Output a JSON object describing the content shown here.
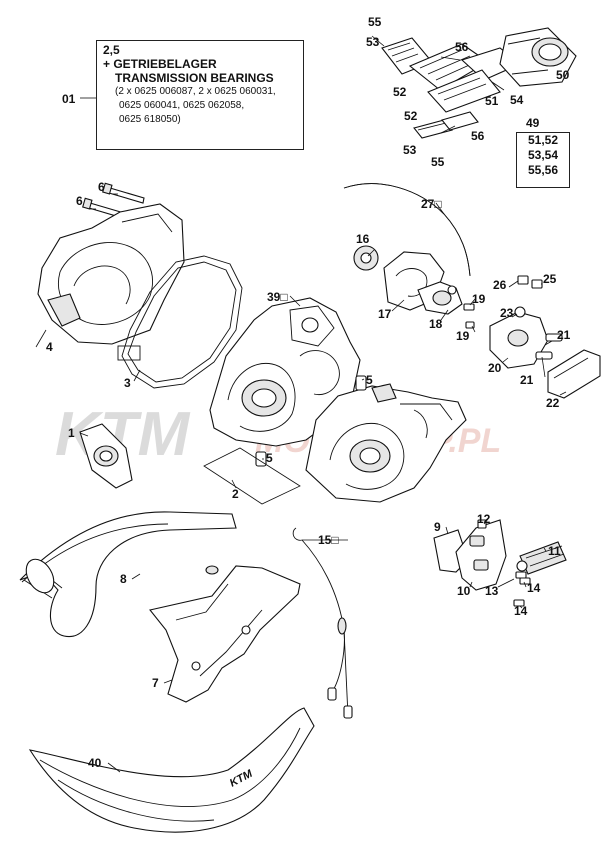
{
  "info_box": {
    "ref": "01",
    "line1": "2,5",
    "line2": "+ GETRIEBELAGER",
    "line3": "TRANSMISSION BEARINGS",
    "line4": "(2 x 0625 006087, 2 x 0625 060031,",
    "line5": "0625 060041, 0625 062058,",
    "line6": "0625 618050)"
  },
  "group_box": {
    "head": "49",
    "row1": "51,52",
    "row2": "53,54",
    "row3": "55,56"
  },
  "watermark": {
    "brand": "KTM",
    "shop": "MOTOSHOP.PL"
  },
  "labels": {
    "l55a": "55",
    "l53a": "53",
    "l56a": "56",
    "l52a": "52",
    "l51": "51",
    "l54": "54",
    "l50": "50",
    "l52b": "52",
    "l56b": "56",
    "l53b": "53",
    "l55b": "55",
    "l6a": "6",
    "l6b": "6",
    "l4": "4",
    "l3": "3",
    "l27": "27□",
    "l16": "16",
    "l39": "39□",
    "l17": "17",
    "l18": "18",
    "l19a": "19",
    "l19b": "19",
    "l26": "26",
    "l25": "25",
    "l23": "23",
    "l21a": "21",
    "l20": "20",
    "l21b": "21",
    "l22": "22",
    "l5a": "5",
    "l5b": "5",
    "l1": "1",
    "l2": "2",
    "l9": "9",
    "l12": "12",
    "l11": "11",
    "l10": "10",
    "l13": "13",
    "l14a": "14",
    "l14b": "14",
    "l15": "15□",
    "l8": "8",
    "l7": "7",
    "l40": "40"
  }
}
